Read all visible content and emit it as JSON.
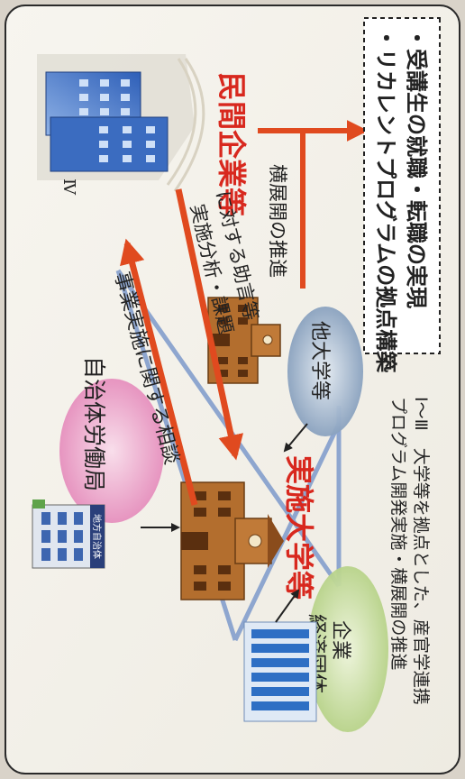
{
  "nodes": {
    "local_labor": "自治体労働局",
    "implementing_univ": "実施大学等",
    "other_univ": "他大学等",
    "private_company": "民間企業等",
    "companies_line1": "企業",
    "companies_line2": "経済団体",
    "building_sign": "地方自治体",
    "roman_iv": "Ⅳ"
  },
  "arrows": {
    "consultation": "事業実施に関する相談",
    "analysis_line1": "実施分析・課題",
    "analysis_line2": "に対する助言等",
    "rollout": "横展開の推進"
  },
  "outcome_box": {
    "line1": "・受講生の就職・転職の実現",
    "line2": "・リカレントプログラムの拠点構築"
  },
  "caption": {
    "line1": "Ⅰ～Ⅲ　大学等を拠点とした、産官学連携",
    "line2": "プログラム開発実施・横展開の推進"
  },
  "colors": {
    "accent_red": "#e04a1f",
    "label_red": "#d8281e",
    "link_blue": "#8ea6cf",
    "oval_pink": "#eb9ac4",
    "oval_green": "#c6dc9c",
    "oval_blue": "#a8bad0",
    "building_brown": "#a8642a"
  }
}
